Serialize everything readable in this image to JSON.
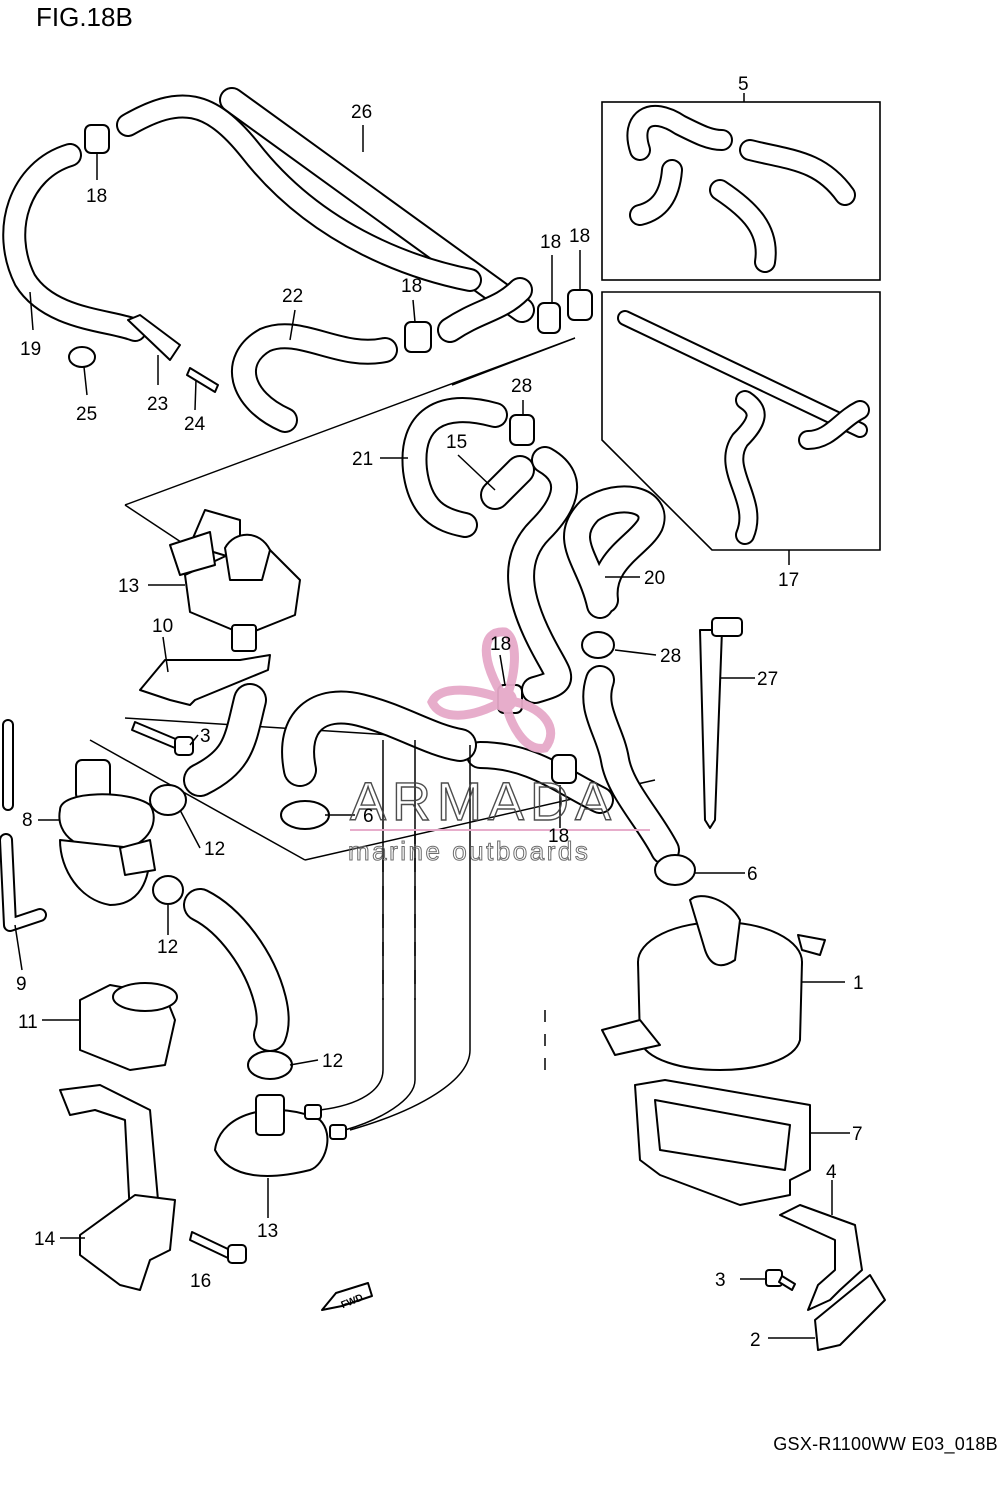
{
  "figure": {
    "title": "FIG.18B",
    "code": "GSX-R1100WW  E03_018B"
  },
  "watermark": {
    "brand": "ARMADA",
    "tagline": "marine outboards",
    "color": "#e6a9c9"
  },
  "direction_marker": {
    "label": "FWD",
    "icon": "fwd-arrow-icon"
  },
  "callouts": {
    "c1": "1",
    "c2": "2",
    "c3a": "3",
    "c3b": "3",
    "c4": "4",
    "c5": "5",
    "c6a": "6",
    "c6b": "6",
    "c7": "7",
    "c8": "8",
    "c9": "9",
    "c10": "10",
    "c11": "11",
    "c12a": "12",
    "c12b": "12",
    "c12c": "12",
    "c13a": "13",
    "c13b": "13",
    "c14": "14",
    "c15": "15",
    "c16": "16",
    "c17": "17",
    "c18a": "18",
    "c18b": "18",
    "c18c": "18",
    "c18d": "18",
    "c18e": "18",
    "c18f": "18",
    "c19": "19",
    "c20": "20",
    "c21": "21",
    "c22": "22",
    "c23": "23",
    "c24": "24",
    "c25": "25",
    "c26": "26",
    "c27": "27",
    "c28a": "28",
    "c28b": "28"
  }
}
